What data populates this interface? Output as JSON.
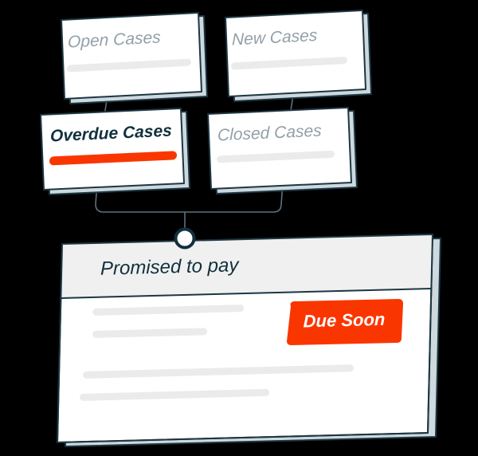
{
  "theme": {
    "background": "#000000",
    "card_fill": "#ffffff",
    "card_border": "#1d3642",
    "card_shadow": "#cdd9de",
    "placeholder": "#ebebeb",
    "muted_text": "#92a0a8",
    "strong_text": "#12303d",
    "accent": "#fa3600",
    "header_fill": "#f0f0f0",
    "connector": "#5d727c"
  },
  "cards": [
    {
      "id": "open-cases",
      "label": "Open Cases",
      "state": "muted",
      "bar": "placeholder"
    },
    {
      "id": "new-cases",
      "label": "New Cases",
      "state": "muted",
      "bar": "placeholder"
    },
    {
      "id": "overdue-cases",
      "label": "Overdue Cases",
      "state": "active",
      "bar": "accent"
    },
    {
      "id": "closed-cases",
      "label": "Closed Cases",
      "state": "muted",
      "bar": "placeholder"
    }
  ],
  "connectors": {
    "node_icon": "junction-node-icon"
  },
  "panel": {
    "title": "Promised to pay",
    "badge": {
      "label": "Due Soon",
      "color": "#fa3600"
    },
    "body_lines": [
      {
        "id": "line-1"
      },
      {
        "id": "line-2"
      },
      {
        "id": "line-3"
      },
      {
        "id": "line-4"
      }
    ]
  }
}
